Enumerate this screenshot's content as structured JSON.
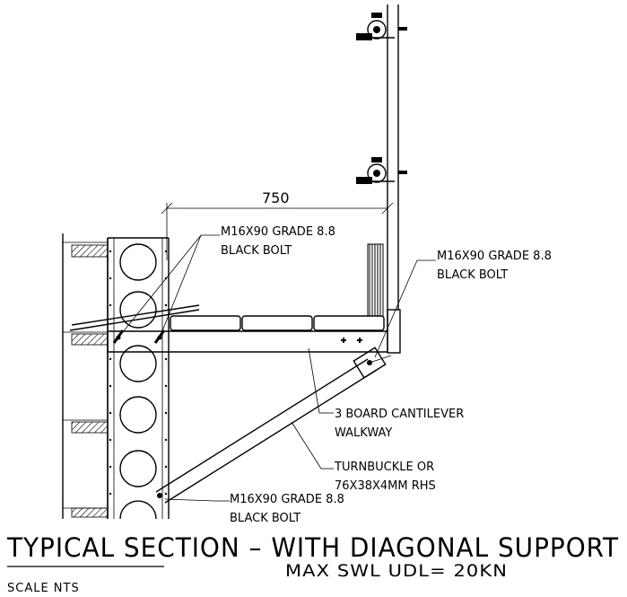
{
  "dimension": "750",
  "callouts": {
    "bolt_top_left": [
      "M16X90 GRADE 8.8",
      "BLACK BOLT"
    ],
    "bolt_top_right": [
      "M16X90 GRADE 8.8",
      "BLACK BOLT"
    ],
    "walkway": [
      "3 BOARD CANTILEVER",
      "WALKWAY"
    ],
    "turnbuckle": [
      "TURNBUCKLE OR",
      "76X38X4MM RHS"
    ],
    "bolt_bottom": [
      "M16X90 GRADE 8.8",
      "BLACK BOLT"
    ]
  },
  "title": "TYPICAL SECTION – WITH DIAGONAL SUPPORT",
  "subtitle": "MAX SWL UDL= 20KN",
  "scale": "SCALE  NTS"
}
